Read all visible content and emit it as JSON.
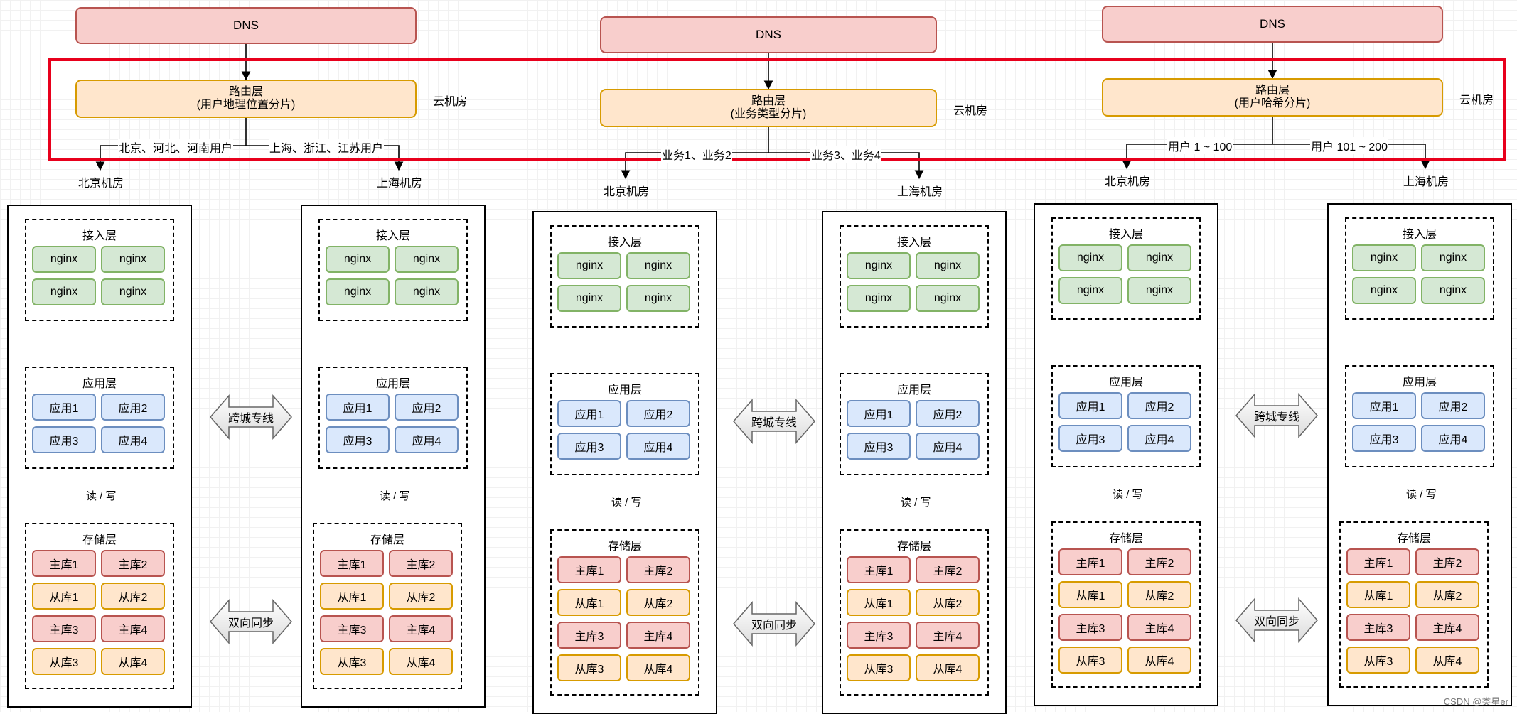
{
  "columns": [
    {
      "dns": "DNS",
      "router_title": "路由层",
      "router_sub": "(用户地理位置分片)",
      "cloud": "云机房",
      "left_branch": "北京、河北、河南用户",
      "right_branch": "上海、浙江、江苏用户",
      "left_room": "北京机房",
      "right_room": "上海机房",
      "link_top": "跨城专线",
      "link_bottom": "双向同步"
    },
    {
      "dns": "DNS",
      "router_title": "路由层",
      "router_sub": "(业务类型分片)",
      "cloud": "云机房",
      "left_branch": "业务1、业务2",
      "right_branch": "业务3、业务4",
      "left_room": "北京机房",
      "right_room": "上海机房",
      "link_top": "跨城专线",
      "link_bottom": "双向同步"
    },
    {
      "dns": "DNS",
      "router_title": "路由层",
      "router_sub": "(用户哈希分片)",
      "cloud": "云机房",
      "left_branch": "用户 1 ~ 100",
      "right_branch": "用户 101 ~ 200",
      "left_room": "北京机房",
      "right_room": "上海机房",
      "link_top": "跨城专线",
      "link_bottom": "双向同步"
    }
  ],
  "room": {
    "access_title": "接入层",
    "nginx": [
      "nginx",
      "nginx",
      "nginx",
      "nginx"
    ],
    "app_title": "应用层",
    "apps": [
      "应用1",
      "应用2",
      "应用3",
      "应用4"
    ],
    "rw": "读 / 写",
    "storage_title": "存储层",
    "dbs": [
      "主库1",
      "主库2",
      "从库1",
      "从库2",
      "主库3",
      "主库4",
      "从库3",
      "从库4"
    ]
  },
  "colors": {
    "dns_fill": "#f8cecc",
    "router_fill": "#ffe6cc",
    "nginx_fill": "#d5e8d4",
    "app_fill": "#dae8fc",
    "master_fill": "#f8cecc",
    "slave_fill": "#ffe6cc",
    "frame_red": "#e8001c"
  },
  "watermark": "CSDN @类星er"
}
